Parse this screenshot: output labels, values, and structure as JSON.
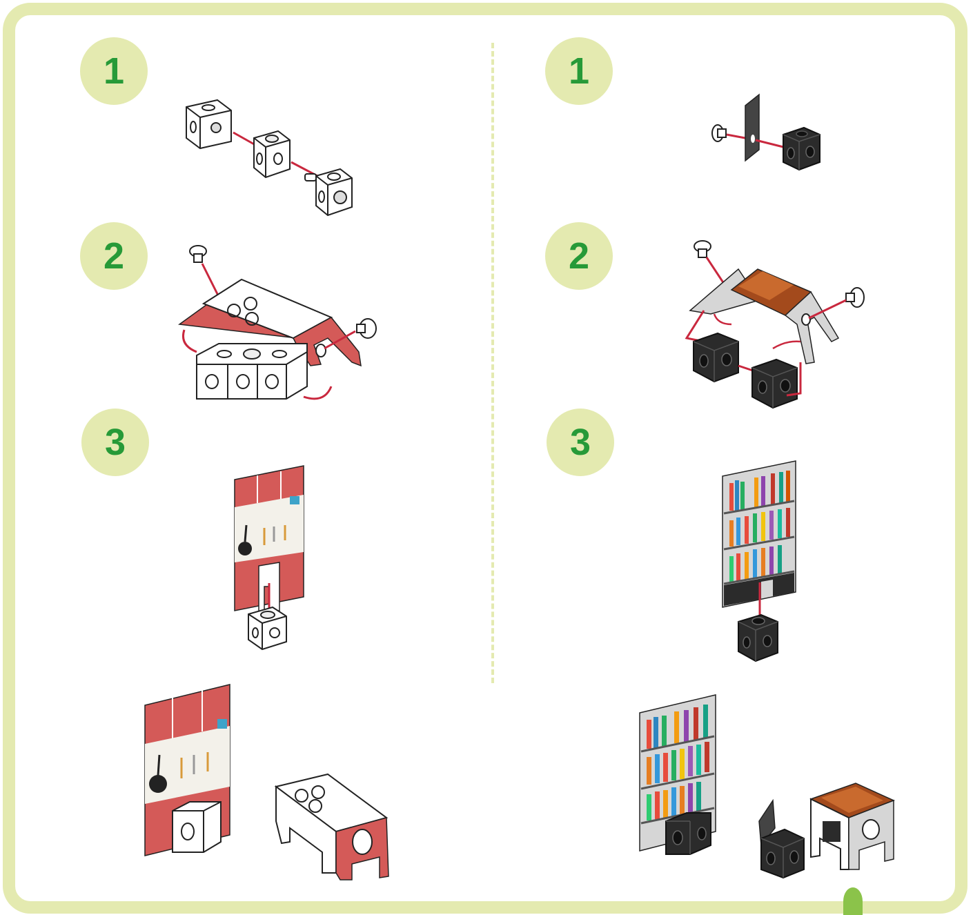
{
  "steps": {
    "left": [
      {
        "number": "1"
      },
      {
        "number": "2"
      },
      {
        "number": "3"
      }
    ],
    "right": [
      {
        "number": "1"
      },
      {
        "number": "2"
      },
      {
        "number": "3"
      }
    ]
  },
  "colors": {
    "frame": "#e4eab0",
    "badge_fill": "#e4eab0",
    "badge_text": "#279a38",
    "connector": "#c9283e",
    "kitchen_red": "#d45a58",
    "wood_brown": "#a34a1c",
    "cube_white": "#ffffff",
    "cube_black": "#2b2b2b"
  },
  "icons": {
    "left_column": [
      "white-cube-icon",
      "stove-card-icon",
      "kitchen-panel-icon"
    ],
    "right_column": [
      "black-cube-icon",
      "desk-card-icon",
      "bookshelf-panel-icon"
    ]
  }
}
